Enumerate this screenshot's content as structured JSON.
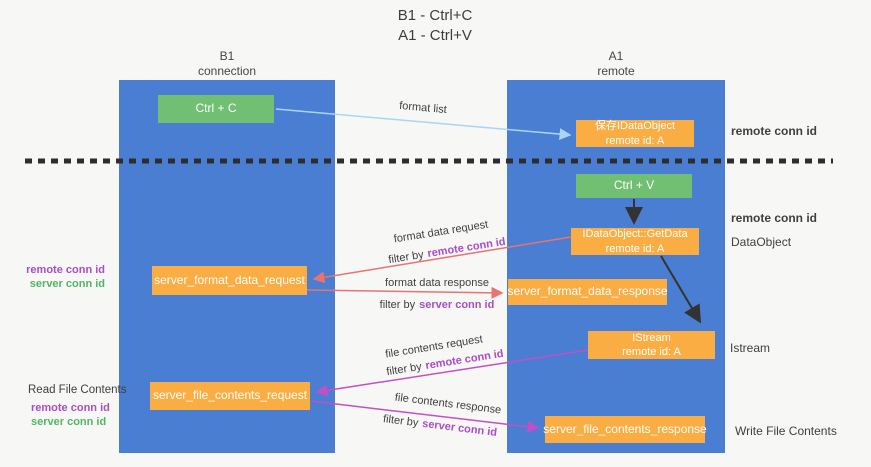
{
  "title": {
    "line1": "B1 - Ctrl+C",
    "line2": "A1 - Ctrl+V"
  },
  "lanes": {
    "left": {
      "name": "B1",
      "role": "connection"
    },
    "right": {
      "name": "A1",
      "role": "remote"
    }
  },
  "nodes": {
    "ctrl_c": {
      "label": "Ctrl + C"
    },
    "ctrl_v": {
      "label": "Ctrl + V"
    },
    "save_dataobject": {
      "line1": "保存IDataObject",
      "line2": "remote id: A"
    },
    "getdata": {
      "line1": "IDataObject::GetData",
      "line2": "remote id: A"
    },
    "istream": {
      "line1": "IStream",
      "line2": "remote id: A"
    },
    "format_request": {
      "label": "server_format_data_request"
    },
    "format_response": {
      "label": "server_format_data_response"
    },
    "file_request": {
      "label": "server_file_contents_request"
    },
    "file_response": {
      "label": "server_file_contents_response"
    }
  },
  "edges": {
    "format_list": {
      "label": "format list"
    },
    "format_data_request": {
      "label": "format data request",
      "filter_prefix": "filter by",
      "filter_key": "remote conn id"
    },
    "format_data_response": {
      "label": "format data response",
      "filter_prefix": "filter by",
      "filter_key": "server conn id"
    },
    "file_contents_request": {
      "label": "file contents request",
      "filter_prefix": "filter by",
      "filter_key": "remote conn id"
    },
    "file_contents_response": {
      "label": "file contents response",
      "filter_prefix": "filter by",
      "filter_key": "server conn id"
    }
  },
  "annotations": {
    "remote_conn_id_top_right": "remote conn id",
    "remote_conn_id_mid_right": "remote conn id",
    "dataobject": "DataObject",
    "istream": "Istream",
    "write_file_contents": "Write File Contents",
    "read_file_contents": "Read File Contents",
    "remote_conn_id_left_1": "remote conn id",
    "server_conn_id_left_1": "server conn id",
    "remote_conn_id_left_2": "remote conn id",
    "server_conn_id_left_2": "server conn id"
  },
  "colors": {
    "lane_blue": "#4a7ed2",
    "box_green": "#71bf73",
    "box_orange": "#f9ad42",
    "arrow_red": "#e8736f",
    "arrow_magenta": "#c44fc4",
    "arrow_light_blue": "#a9d5f2",
    "arrow_black": "#333333",
    "label_purple": "#a74fc3",
    "label_green": "#55b366"
  }
}
